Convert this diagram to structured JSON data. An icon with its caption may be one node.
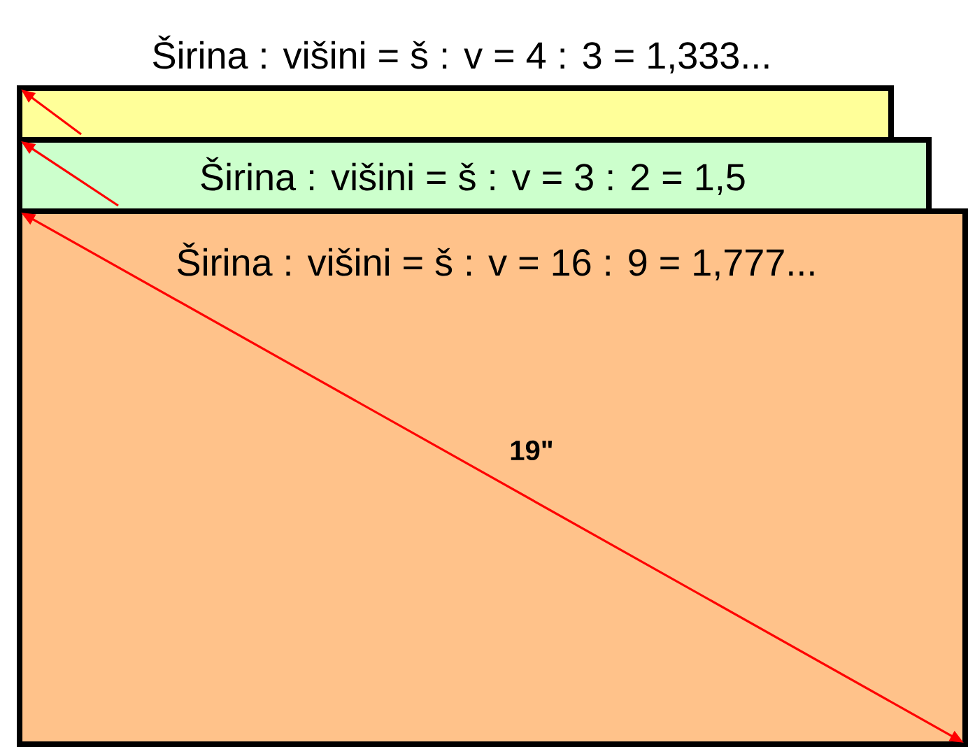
{
  "diagram": {
    "nodes": [
      {
        "text": [
          "Širina : višini = š : v = 4 : 3 = 1,333..."
        ]
      },
      {
        "text": [
          "Širina : višini = š : v = 3 : 2 = 1,5"
        ]
      },
      {
        "text": [
          "Širina : višini = š : v = 16 : 9 = 1,777..."
        ]
      }
    ],
    "labels": [
      "19\""
    ]
  }
}
